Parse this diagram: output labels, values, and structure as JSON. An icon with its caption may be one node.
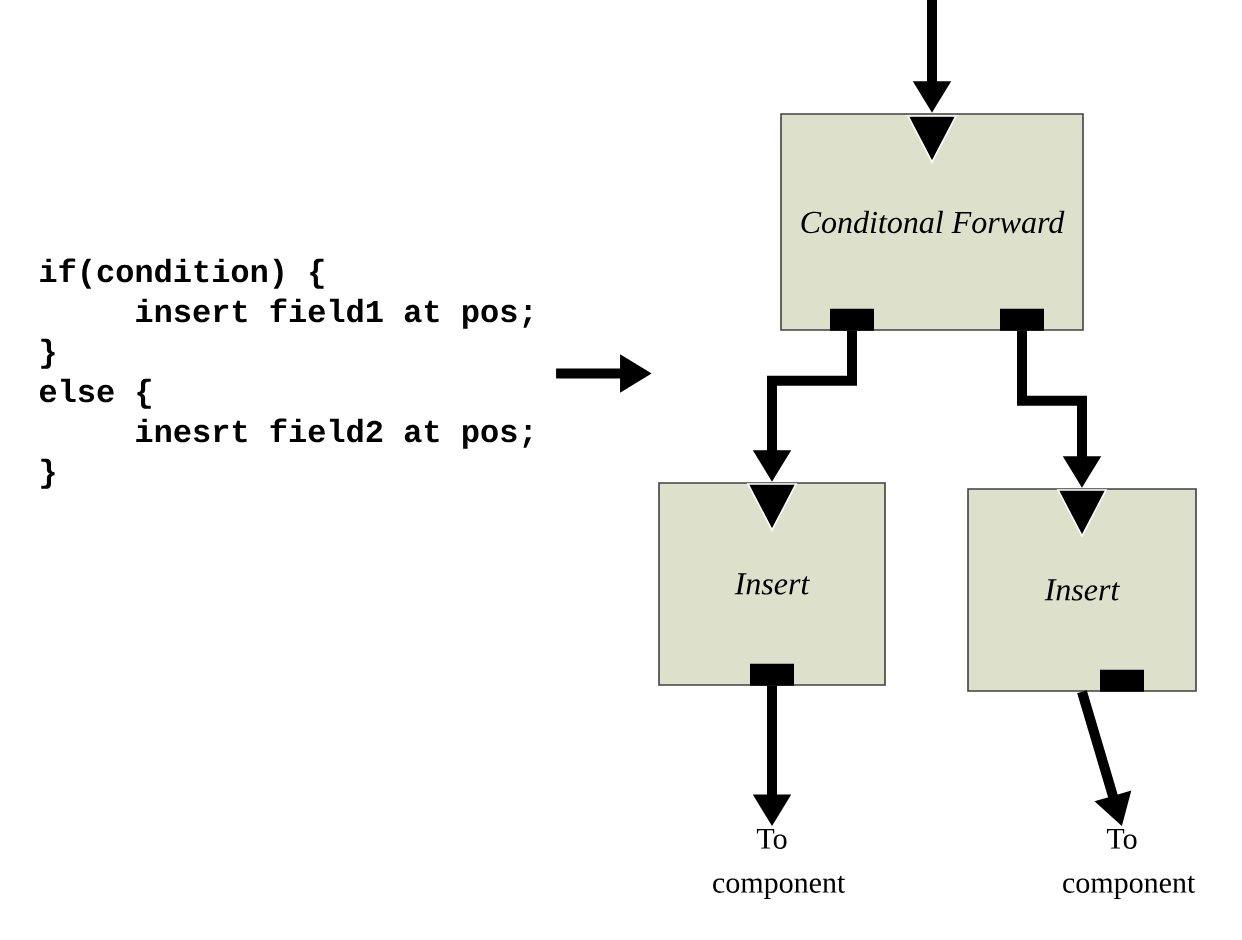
{
  "diagram": {
    "nodes": [
      {
        "text": [
          "if(condition) {",
          "insert field1 at pos;",
          "}",
          "else {",
          "inesrt field2 at pos;",
          "}"
        ]
      },
      {
        "text": [
          "Conditonal Forward"
        ]
      },
      {
        "text": [
          "Insert"
        ]
      },
      {
        "text": [
          "Insert"
        ]
      },
      {
        "text": [
          "To component"
        ]
      },
      {
        "text": [
          "To component"
        ]
      }
    ],
    "edges": [
      {
        "from": null,
        "to": 1,
        "arrow": "to"
      },
      {
        "from": 0,
        "to": null,
        "arrow": "to"
      },
      {
        "from": 1,
        "to": 2,
        "arrow": "to"
      },
      {
        "from": 1,
        "to": 3,
        "arrow": "to"
      },
      {
        "from": 2,
        "to": 4,
        "arrow": "to"
      },
      {
        "from": 3,
        "to": 5,
        "arrow": "to"
      }
    ]
  }
}
